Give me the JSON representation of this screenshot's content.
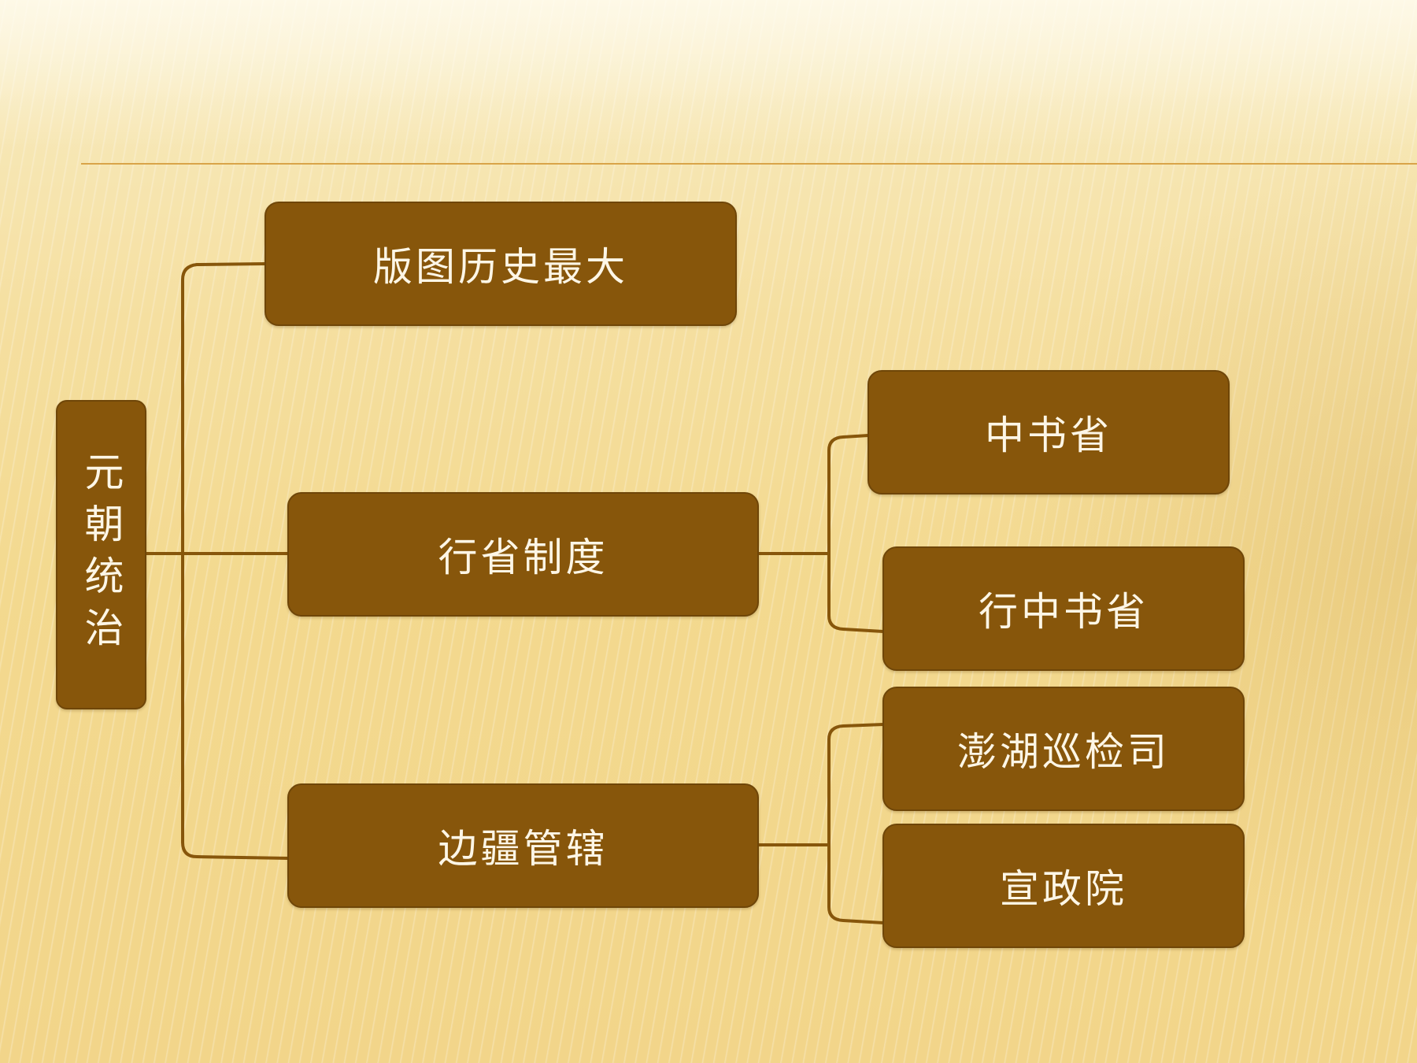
{
  "diagram": {
    "root": {
      "label": "元朝统治"
    },
    "branches": [
      {
        "label": "版图历史最大"
      },
      {
        "label": "行省制度"
      },
      {
        "label": "边疆管辖"
      }
    ],
    "leaves": [
      {
        "label": "中书省"
      },
      {
        "label": "行中书省"
      },
      {
        "label": "澎湖巡检司"
      },
      {
        "label": "宣政院"
      }
    ]
  },
  "colors": {
    "node_fill": "#87560b",
    "node_text": "#fdf6e6",
    "connector": "#87560b",
    "title_rule": "#d9a449"
  }
}
